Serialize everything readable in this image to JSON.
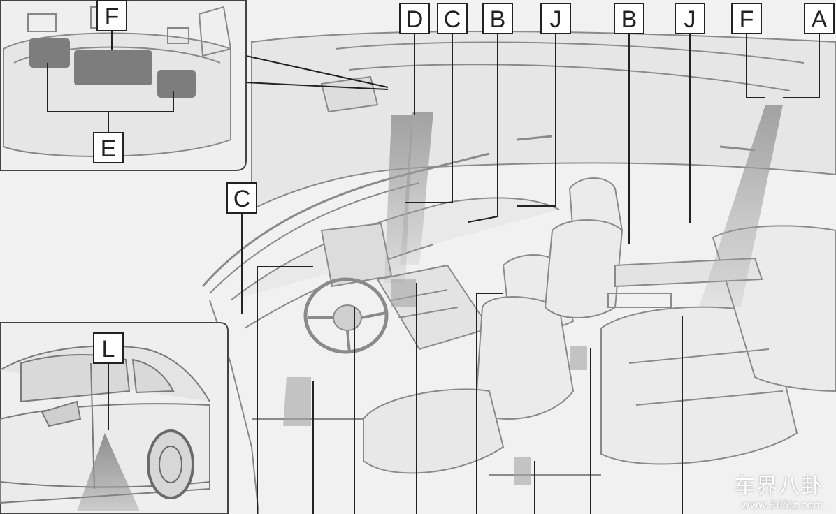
{
  "labels": {
    "top": [
      "D",
      "C",
      "B",
      "J",
      "B",
      "J",
      "F",
      "A"
    ],
    "inset_top_f": "F",
    "inset_top_e": "E",
    "left_c": "C",
    "inset_bottom_l": "L"
  },
  "watermark": {
    "text": "车界八卦",
    "url": "www.365jz.com"
  }
}
